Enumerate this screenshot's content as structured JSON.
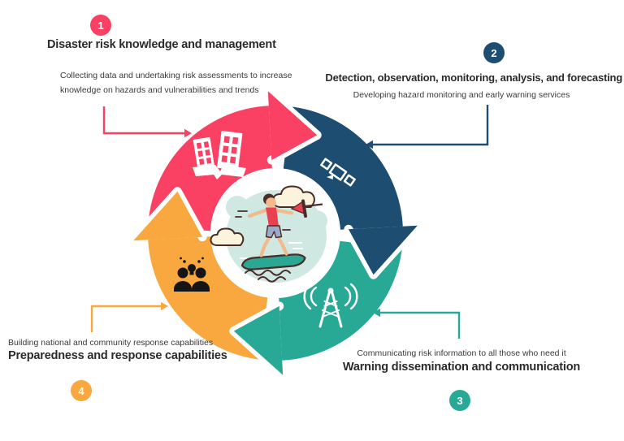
{
  "diagram_type": "four-step early warning cycle infographic",
  "center_illustration": "person-windsurfing-on-wave-with-clouds",
  "colors": {
    "pink": "#FA4164",
    "navy": "#1D4D70",
    "teal": "#28A995",
    "orange": "#F8A83E",
    "title_text": "#2b2b2b",
    "desc_text": "#3a3a3a",
    "icon_dark": "#151515",
    "illustration_outline": "#4A2D2A",
    "illustration_mint": "#CFE8E2",
    "illustration_cream": "#FBF3DC",
    "illustration_skin": "#F2B98C",
    "illustration_red": "#E8414F",
    "illustration_shorts": "#9BABC9",
    "illustration_board": "#2BA893"
  },
  "steps": [
    {
      "number": "1",
      "title": "Disaster risk knowledge and management",
      "description": "Collecting data and undertaking risk assessments to increase knowledge on hazards and vulnerabilities and trends",
      "color_key": "pink",
      "icon": "damaged-buildings"
    },
    {
      "number": "2",
      "title": "Detection, observation, monitoring, analysis, and forecasting",
      "description": "Developing hazard monitoring and early warning services",
      "color_key": "navy",
      "icon": "satellite"
    },
    {
      "number": "3",
      "title": "Warning dissemination and communication",
      "description": "Communicating risk information to all those who need it",
      "color_key": "teal",
      "icon": "radio-tower"
    },
    {
      "number": "4",
      "title": "Preparedness and response capabilities",
      "description": "Building national and community response capabilities",
      "color_key": "orange",
      "icon": "people-idea"
    }
  ]
}
